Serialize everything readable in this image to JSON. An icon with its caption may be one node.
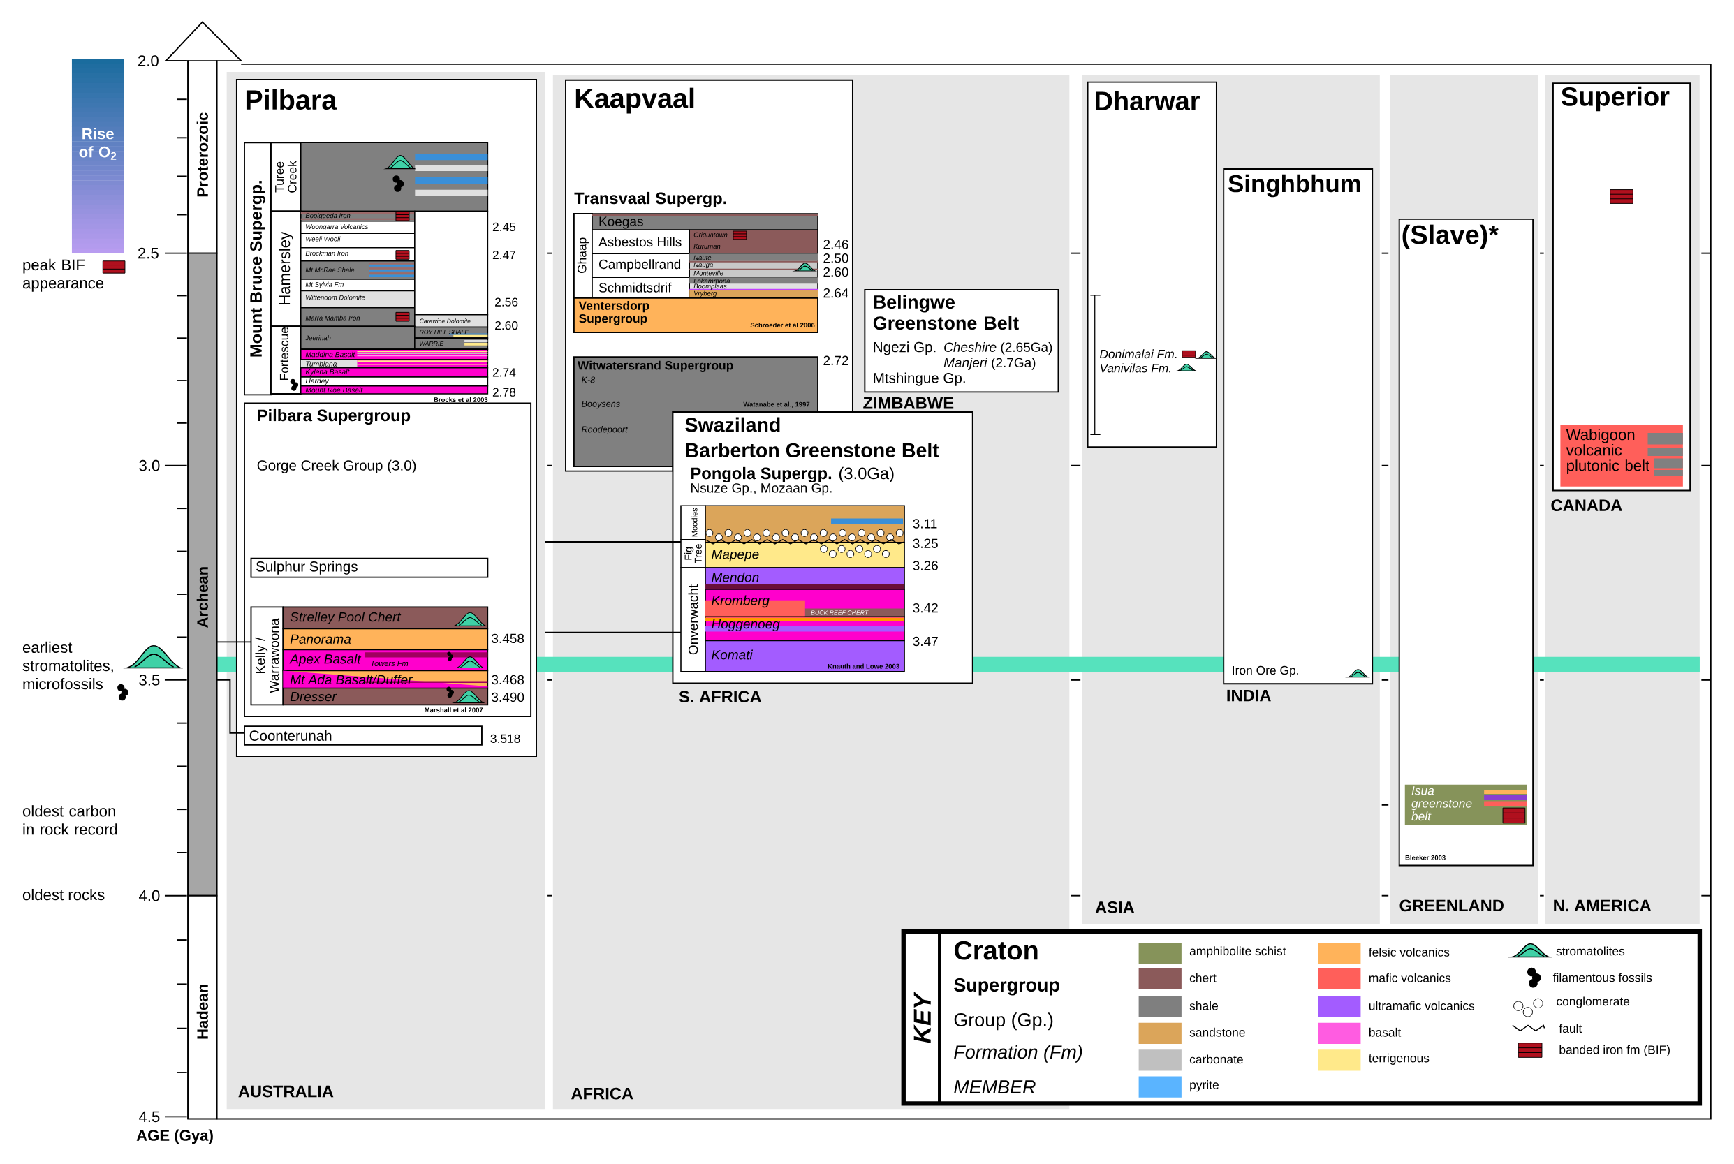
{
  "diagram": {
    "nodes": [
      {
        "text": [
          "Rise of O$_{2}$"
        ]
      },
      {
        "text": [
          "Proterozoic"
        ]
      },
      {
        "text": [
          "Archean"
        ],
        "beside": [
          "3.0",
          "3.5"
        ]
      },
      {
        "text": [
          "Hadean"
        ],
        "beside": [
          "4.0",
          "4.5",
          "AGE (Gya)"
        ]
      },
      {
        "text": [
          "AUSTRALIA"
        ]
      },
      {
        "text": [
          "Pilbara",
          "2.45",
          "2.47",
          "2.56",
          "2.60",
          "2.74",
          "2.78",
          "Brocks et al 2003",
          "3.518"
        ],
        "in": 4
      },
      {
        "text": [
          "Mount Bruce Supergp."
        ],
        "in": 5
      },
      {
        "text": [
          "Turee Creek"
        ],
        "in": 5
      },
      {
        "text": [],
        "shape": "box",
        "in": 5
      },
      {
        "text": [
          "Hamersley"
        ],
        "in": 5
      },
      {
        "text": [
          "Boolgeeda Iron"
        ],
        "in": 5
      },
      {
        "text": [
          "Woongarra Volcanics"
        ],
        "in": 5
      },
      {
        "text": [
          "Weeli Wooli"
        ],
        "in": 5
      },
      {
        "text": [
          "Brockman Iron"
        ],
        "in": 5
      },
      {
        "text": [
          "Mt McRae Shale"
        ],
        "in": 5
      },
      {
        "text": [
          "Mt Sylvia Fm"
        ],
        "in": 5
      },
      {
        "text": [
          "Wittenoom Dolomite"
        ],
        "in": 5
      },
      {
        "text": [
          "Marra Mamba Iron"
        ],
        "in": 5
      },
      {
        "text": [],
        "shape": "box",
        "in": 5
      },
      {
        "text": [
          "Carawine Dolomite"
        ],
        "in": 5
      },
      {
        "text": [
          "Fortescue"
        ],
        "in": 5
      },
      {
        "text": [
          "Jeerinah"
        ],
        "in": 5
      },
      {
        "text": [
          "ROY HILL SHALE"
        ],
        "in": 5
      },
      {
        "text": [
          "WARRIE"
        ],
        "in": 5
      },
      {
        "text": [
          "Maddina Basalt"
        ],
        "in": 5
      },
      {
        "text": [
          "Tumbiana"
        ],
        "in": 5
      },
      {
        "text": [
          "Kylena Basalt"
        ],
        "in": 5
      },
      {
        "text": [
          "Hardey"
        ],
        "in": 5
      },
      {
        "text": [
          "Mount Roe Basalt"
        ],
        "in": 5
      },
      {
        "text": [
          "Pilbara Supergroup",
          "Gorge Creek Group (3.0)",
          "3.458",
          "3.468",
          "3.490",
          "Marshall et al 2007"
        ],
        "in": 5
      },
      {
        "text": [
          "Sulphur Springs"
        ],
        "in": 29
      },
      {
        "text": [
          "Kelly / Warrawoona"
        ],
        "in": 29
      },
      {
        "text": [
          "Strelley Pool Chert"
        ],
        "in": 29
      },
      {
        "text": [
          "Panorama"
        ],
        "in": 29
      },
      {
        "text": [
          "Apex Basalt",
          "Towers Fm"
        ],
        "in": 29
      },
      {
        "text": [
          "Mt Ada Basalt/Duffer"
        ],
        "in": 29
      },
      {
        "text": [
          "Dresser"
        ],
        "in": 29
      },
      {
        "text": [
          "Coonterunah"
        ],
        "in": 5
      },
      {
        "text": [
          "AFRICA"
        ]
      },
      {
        "text": [
          "Kaapvaal",
          "Transvaal Supergp.",
          "2.46",
          "2.50",
          "2.60",
          "2.64",
          "2.72"
        ],
        "in": 38
      },
      {
        "text": [
          "Ghaap"
        ],
        "in": 39
      },
      {
        "text": [
          "Koegas"
        ],
        "in": 39
      },
      {
        "text": [
          "Asbestos Hills"
        ],
        "in": 39
      },
      {
        "text": [
          "Griquatown",
          "Kuruman"
        ],
        "in": 39
      },
      {
        "text": [
          "Campbellrand"
        ],
        "in": 39
      },
      {
        "text": [
          "Naute",
          "Nauga",
          "Monteville"
        ],
        "in": 39
      },
      {
        "text": [
          "Schmidtsdrif"
        ],
        "in": 39
      },
      {
        "text": [
          "Lokammona",
          "Boomplaas",
          "Vryberg"
        ],
        "in": 39
      },
      {
        "text": [
          "Ventersdorp Supergroup",
          "Schroeder et al 2006"
        ],
        "in": 39
      },
      {
        "text": [
          "Witwatersrand Supergroup",
          "K-8",
          "Booysens",
          "Watanabe et al., 1997",
          "Roodepoort"
        ],
        "in": 39
      },
      {
        "text": [
          "Belingwe Greenstone Belt",
          "Ngezi Gp.",
          "*Cheshire* (2.65Ga)",
          "*Manjeri* (2.7Ga)",
          "Mtshingue Gp."
        ],
        "beside": [
          "ZIMBABWE"
        ],
        "in": 38
      },
      {
        "text": [
          "Swaziland",
          "Barberton Greenstone Belt",
          "**Pongola Supergp.** (3.0Ga)",
          "Nsuze Gp., Mozaan Gp.",
          "3.11",
          "3.25",
          "3.26",
          "3.42",
          "3.47"
        ],
        "beside": [
          "S. AFRICA"
        ],
        "in": 38
      },
      {
        "text": [
          "Moodies"
        ],
        "in": 51
      },
      {
        "text": [
          "Fig Tree"
        ],
        "in": 51
      },
      {
        "text": [
          "Onverwacht"
        ],
        "in": 51
      },
      {
        "text": [],
        "shape": "box",
        "in": 51
      },
      {
        "text": [
          "Mapepe"
        ],
        "in": 51
      },
      {
        "text": [
          "Mendon"
        ],
        "in": 51
      },
      {
        "text": [
          "Kromberg",
          "BUCK REEF CHERT"
        ],
        "in": 51
      },
      {
        "text": [
          "Hoggenoeg"
        ],
        "in": 51
      },
      {
        "text": [
          "Komati",
          "Knauth and Lowe 2003"
        ],
        "in": 51
      },
      {
        "text": [
          "ASIA"
        ]
      },
      {
        "text": [
          "Dharwar",
          "Donimalai Fm.",
          "Vanivilas Fm."
        ],
        "in": 61
      },
      {
        "text": [
          "Singhbhum",
          "Iron Ore Gp."
        ],
        "beside": [
          "INDIA"
        ],
        "in": 61
      },
      {
        "text": [
          "GREENLAND"
        ]
      },
      {
        "text": [
          "(Slave)*",
          "Bleeker 2003"
        ],
        "in": 64
      },
      {
        "text": [
          "Isua greenstone belt"
        ],
        "in": 65
      },
      {
        "text": [
          "N. AMERICA"
        ]
      },
      {
        "text": [
          "Superior"
        ],
        "beside": [
          "CANADA"
        ],
        "in": 67
      },
      {
        "text": [
          "Wabigoon volcanic plutonic belt"
        ],
        "in": 68
      },
      {
        "text": [
          "KEY",
          "Craton",
          "Supergroup",
          "Group (Gp.)",
          "Formation (Fm)",
          "MEMBER"
        ]
      }
    ],
    "edges": [
      {
        "from": 2,
        "to": 31,
        "arrow": "none"
      },
      {
        "from": 2,
        "to": 37,
        "arrow": "none"
      },
      {
        "from": 4,
        "to": 53,
        "arrow": "none"
      },
      {
        "from": 4,
        "to": 54,
        "arrow": "none"
      }
    ],
    "labels": [
      "2.0",
      "2.5",
      "peak BIF appearance",
      "earliest stromatolites, microfossils",
      "oldest carbon in rock record",
      "oldest rocks"
    ],
    "legend": [
      {
        "text": "amphibolite schist",
        "color": "#86935a"
      },
      {
        "text": "chert",
        "color": "#8b5a5a"
      },
      {
        "text": "shale",
        "color": "#7f7f7f"
      },
      {
        "text": "sandstone",
        "color": "#dba55a"
      },
      {
        "text": "carbonate",
        "color": "#c0c0c0"
      },
      {
        "text": "pyrite",
        "color": "#5ab4ff"
      },
      {
        "text": "felsic volcanics",
        "color": "#ffb35a"
      },
      {
        "text": "mafic volcanics",
        "color": "#ff5f5a"
      },
      {
        "text": "ultramafic volcanics",
        "color": "#a35cff"
      },
      {
        "text": "basalt",
        "color": "#ff5ce1"
      },
      {
        "text": "terrigenous",
        "color": "#ffe98a"
      },
      {
        "text": "stromatolites"
      },
      {
        "text": "filamentous fossils"
      },
      {
        "text": "conglomerate"
      },
      {
        "text": "fault"
      },
      {
        "text": "banded iron fm (BIF)"
      }
    ]
  }
}
